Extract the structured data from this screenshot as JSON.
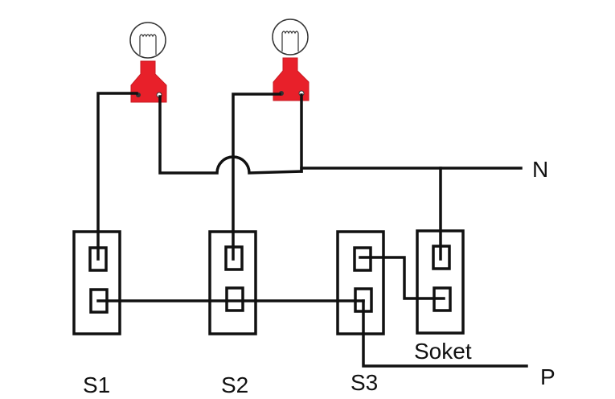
{
  "diagram": {
    "title": "",
    "colors": {
      "wire": "#111111",
      "lamp_holder": "#e8202a",
      "background": "#ffffff"
    },
    "lamps": [
      {
        "id": "lamp-1",
        "label": ""
      },
      {
        "id": "lamp-2",
        "label": ""
      }
    ],
    "switches": [
      {
        "id": "S1",
        "label": "S1"
      },
      {
        "id": "S2",
        "label": "S2"
      },
      {
        "id": "S3",
        "label": "S3"
      }
    ],
    "socket": {
      "id": "socket",
      "label": "Soket"
    },
    "lines": {
      "neutral": "N",
      "phase": "P"
    }
  }
}
